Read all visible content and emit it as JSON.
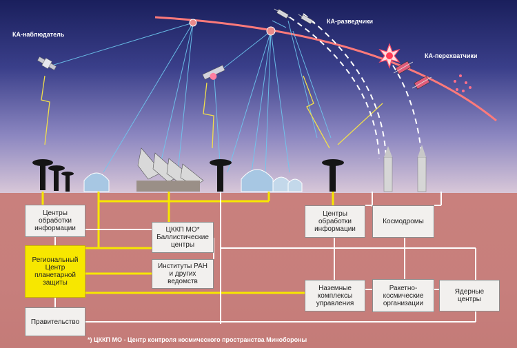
{
  "labels": {
    "observer_sat": "КА-наблюдатель",
    "recon_sats": "КА-разведчики",
    "interceptor_sats": "КА-перехватчики"
  },
  "boxes": {
    "processing_left": "Центры\nобработки\nинформации",
    "cckp": "ЦККП МО*\nБаллистические\nцентры",
    "regional_center": "Региональный\nЦентр\nпланетарной\nзащиты",
    "institutes": "Институты РАН\nи других\nведомств",
    "government": "Правительство",
    "processing_right": "Центры\nобработки\nинформации",
    "cosmodromes": "Космодромы",
    "ground_control": "Наземные\nкомплексы\nуправления",
    "rocket_orgs": "Ракетно-\nкосмические\nорганизации",
    "nuclear_centers": "Ядерные\nцентры"
  },
  "footnote": "*) ЦККП МО - Центр контроля космического пространства Минобороны",
  "colors": {
    "sky_top": "#1a1f5c",
    "ground": "#c9807d",
    "orbit": "#ff7070",
    "link_yellow": "#f7e700",
    "link_white": "#ffffff",
    "beam_blue": "#6ec8f0",
    "box_bg": "#f2f0ee",
    "box_highlight": "#f7e700"
  }
}
